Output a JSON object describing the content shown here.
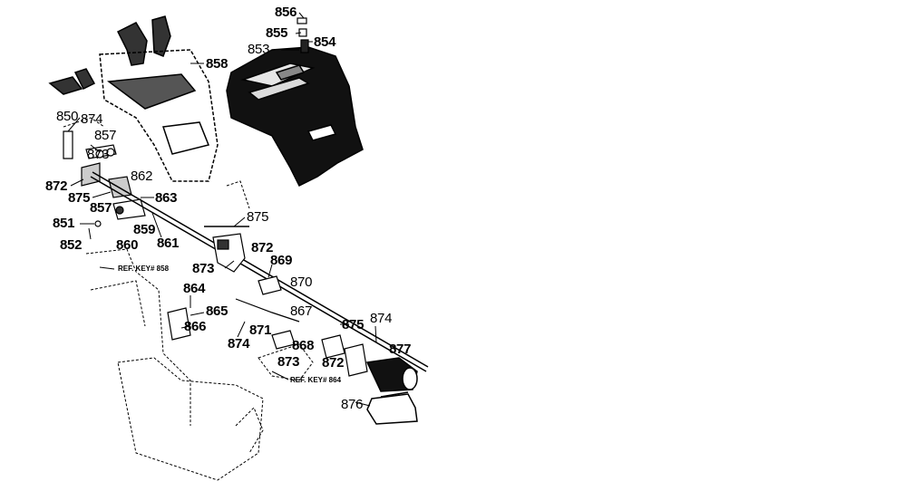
{
  "diagram": {
    "callouts": {
      "k856": "856",
      "k855": "855",
      "k854": "854",
      "k853": "853",
      "k858": "858",
      "k850": "850",
      "k874a": "874",
      "k857a": "857",
      "k873a": "873",
      "k862": "862",
      "k872a": "872",
      "k875a": "875",
      "k863": "863",
      "k857b": "857",
      "k851": "851",
      "k859": "859",
      "k852": "852",
      "k860": "860",
      "k861": "861",
      "k875b": "875",
      "k872b": "872",
      "k873b": "873",
      "k869": "869",
      "k870": "870",
      "k864": "864",
      "k865": "865",
      "k867": "867",
      "k866": "866",
      "k875c": "875",
      "k874b": "874",
      "k871": "871",
      "k874c": "874",
      "k868": "868",
      "k877": "877",
      "k873c": "873",
      "k872c": "872",
      "k876": "876"
    },
    "refs": {
      "ref858": "REF. KEY# 858",
      "ref864": "REF. KEY# 864"
    }
  }
}
